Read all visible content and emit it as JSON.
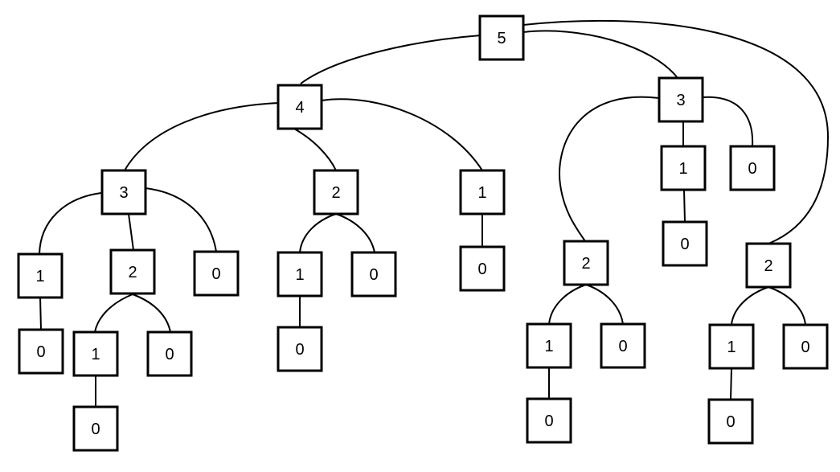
{
  "diagram": {
    "type": "tree",
    "colors": {
      "stroke": "#000000",
      "fill": "#ffffff"
    },
    "nodes": [
      {
        "id": "n1",
        "label": "5"
      },
      {
        "id": "n2",
        "label": "4"
      },
      {
        "id": "n3",
        "label": "3"
      },
      {
        "id": "n4",
        "label": "3"
      },
      {
        "id": "n5",
        "label": "1"
      },
      {
        "id": "n6",
        "label": "2"
      },
      {
        "id": "n7",
        "label": "0"
      },
      {
        "id": "n8",
        "label": "0"
      },
      {
        "id": "n9",
        "label": "1"
      },
      {
        "id": "n10",
        "label": "0"
      },
      {
        "id": "n11",
        "label": "0"
      },
      {
        "id": "n12",
        "label": "2"
      },
      {
        "id": "n13",
        "label": "1"
      },
      {
        "id": "n14",
        "label": "0"
      },
      {
        "id": "n15",
        "label": "0"
      },
      {
        "id": "n16",
        "label": "1"
      },
      {
        "id": "n17",
        "label": "0"
      },
      {
        "id": "n18",
        "label": "1"
      },
      {
        "id": "n19",
        "label": "0"
      },
      {
        "id": "n20",
        "label": "0"
      },
      {
        "id": "n21",
        "label": "2"
      },
      {
        "id": "n22",
        "label": "1"
      },
      {
        "id": "n23",
        "label": "0"
      },
      {
        "id": "n24",
        "label": "0"
      },
      {
        "id": "n25",
        "label": "2"
      },
      {
        "id": "n26",
        "label": "1"
      },
      {
        "id": "n27",
        "label": "0"
      },
      {
        "id": "n28",
        "label": "0"
      }
    ],
    "edges": [
      {
        "from": "n1",
        "to": "n2"
      },
      {
        "from": "n1",
        "to": "n3"
      },
      {
        "from": "n1",
        "to": "n25"
      },
      {
        "from": "n2",
        "to": "n4"
      },
      {
        "from": "n2",
        "to": "n12"
      },
      {
        "from": "n2",
        "to": "n16"
      },
      {
        "from": "n4",
        "to": "n5"
      },
      {
        "from": "n4",
        "to": "n6"
      },
      {
        "from": "n4",
        "to": "n11"
      },
      {
        "from": "n5",
        "to": "n8"
      },
      {
        "from": "n6",
        "to": "n9"
      },
      {
        "from": "n6",
        "to": "n7"
      },
      {
        "from": "n9",
        "to": "n10"
      },
      {
        "from": "n12",
        "to": "n13"
      },
      {
        "from": "n12",
        "to": "n15"
      },
      {
        "from": "n13",
        "to": "n14"
      },
      {
        "from": "n16",
        "to": "n17"
      },
      {
        "from": "n3",
        "to": "n21"
      },
      {
        "from": "n3",
        "to": "n18"
      },
      {
        "from": "n3",
        "to": "n20"
      },
      {
        "from": "n18",
        "to": "n19"
      },
      {
        "from": "n21",
        "to": "n22"
      },
      {
        "from": "n21",
        "to": "n24"
      },
      {
        "from": "n22",
        "to": "n23"
      },
      {
        "from": "n25",
        "to": "n26"
      },
      {
        "from": "n25",
        "to": "n28"
      },
      {
        "from": "n26",
        "to": "n27"
      }
    ]
  }
}
